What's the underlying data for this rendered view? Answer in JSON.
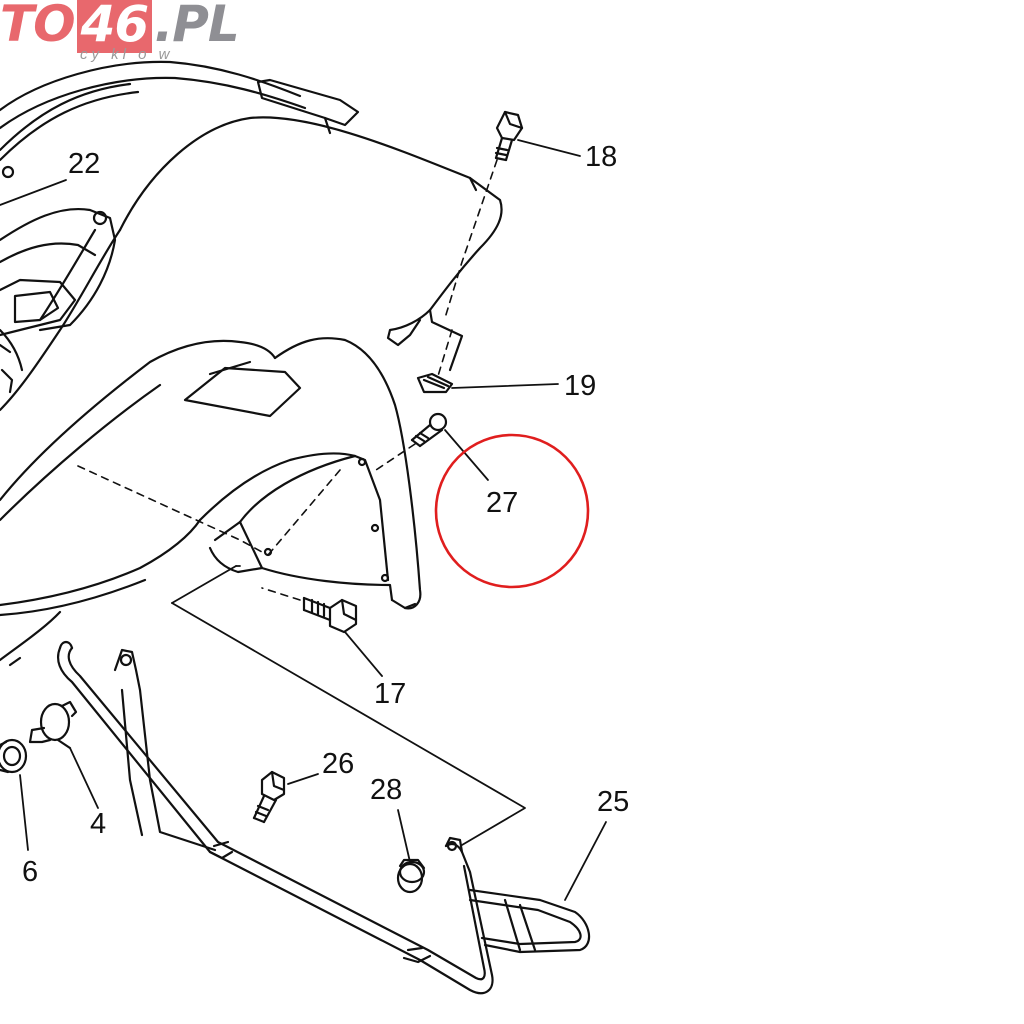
{
  "watermark": {
    "prefix": "TO",
    "number": "46",
    "suffix": ".PL",
    "tagline": "cy kl o w"
  },
  "callouts": {
    "p22": "22",
    "p18": "18",
    "p19": "19",
    "p27": "27",
    "p17": "17",
    "p26": "26",
    "p28": "28",
    "p25": "25",
    "p4": "4",
    "p6": "6"
  },
  "colors": {
    "line": "#111111",
    "highlight": "#e01e1e",
    "watermark_red": "#e8686d",
    "watermark_grey": "#8f8f94"
  }
}
